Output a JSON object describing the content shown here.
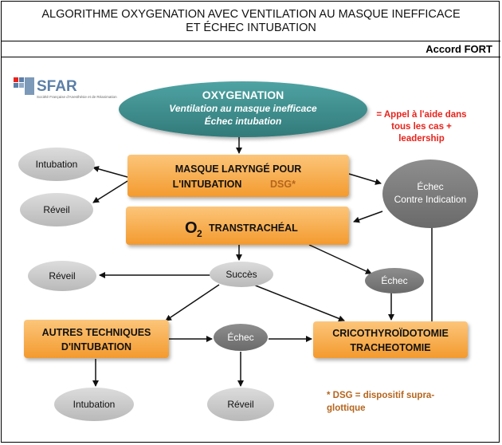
{
  "header": {
    "title_line1": "ALGORITHME OXYGENATION AVEC VENTILATION AU MASQUE INEFFICACE",
    "title_line2": "ET ÉCHEC INTUBATION",
    "accord": "Accord FORT"
  },
  "logo": {
    "name": "SFAR",
    "subtitle": "Société Française d'Anesthésie et de Réanimation"
  },
  "nodes": {
    "oxygenation": {
      "title": "OXYGENATION",
      "line2": "Ventilation au masque inefficace",
      "line3": "Échec intubation"
    },
    "appel": {
      "line1": "= Appel à l'aide dans",
      "line2": "tous les cas +",
      "line3": "leadership"
    },
    "masque": {
      "line1": "MASQUE LARYNGÉ POUR",
      "line2a": "L'INTUBATION",
      "line2b": "DSG*"
    },
    "intubation1": "Intubation",
    "reveil1": "Réveil",
    "echec_ci": {
      "line1": "Échec",
      "line2": "Contre Indication"
    },
    "o2": {
      "big": "O",
      "sub": "2",
      "rest": "TRANSTRACHÉAL"
    },
    "succes": "Succès",
    "reveil2": "Réveil",
    "echec2": "Échec",
    "autres": {
      "line1": "AUTRES TECHNIQUES",
      "line2": "D'INTUBATION"
    },
    "echec3": "Échec",
    "crico": {
      "line1": "CRICOTHYROÏDOTOMIE",
      "line2": "TRACHEOTOMIE"
    },
    "intubation2": "Intubation",
    "reveil3": "Réveil",
    "footnote": {
      "line1": "* DSG = dispositif supra-",
      "line2": "glottique"
    }
  },
  "colors": {
    "teal": "#3e8e8e",
    "orange": "#f7a23c",
    "grey_ellipse": "#c9c9c9",
    "dark_ellipse": "#7a7a7a",
    "red": "#e8231c",
    "brown": "#b5651d"
  }
}
